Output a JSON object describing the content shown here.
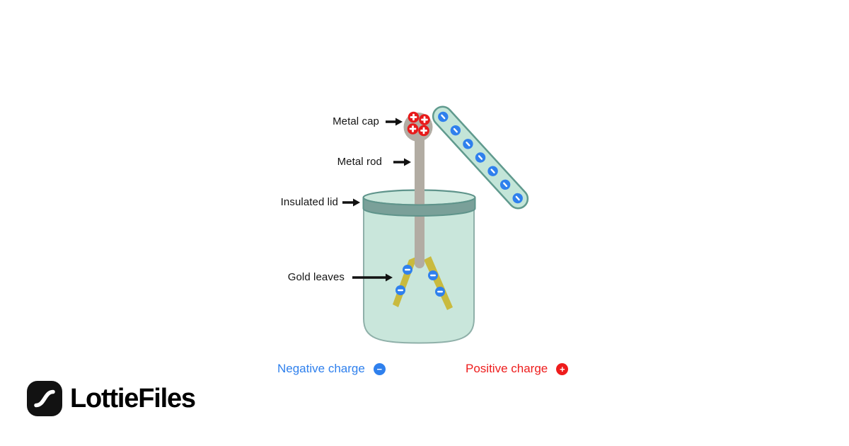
{
  "meta": {
    "subject": "Gold leaf electroscope diagram",
    "background_color": "#ffffff"
  },
  "labels": {
    "metal_cap": "Metal cap",
    "metal_rod": "Metal rod",
    "insulated_lid": "Insulated lid",
    "gold_leaves": "Gold leaves"
  },
  "legend": {
    "negative": {
      "label": "Negative charge",
      "symbol": "−",
      "color": "#2f80ed"
    },
    "positive": {
      "label": "Positive charge",
      "symbol": "+",
      "color": "#ee1c1c"
    }
  },
  "branding": {
    "logo_text": "LottieFiles"
  },
  "diagram": {
    "cap_positive_charge_count": 4,
    "charged_rod_negative_charge_count": 7,
    "gold_leaf_negative_charge_count": 4,
    "colors": {
      "jar_fill": "#c9e6db",
      "jar_stroke": "#8fb0a9",
      "lid_top_fill": "#cde8dd",
      "lid_rim_fill": "#7aa099",
      "lid_stroke": "#5f948b",
      "metal_gray": "#b2aca3",
      "gold_leaf": "#c9ba3e",
      "negative_blue": "#2f80ed",
      "positive_red": "#e81a1a",
      "charged_rod_fill": "#c3e5d8",
      "charged_rod_stroke": "#609a8e",
      "arrow_black": "#111111"
    }
  }
}
